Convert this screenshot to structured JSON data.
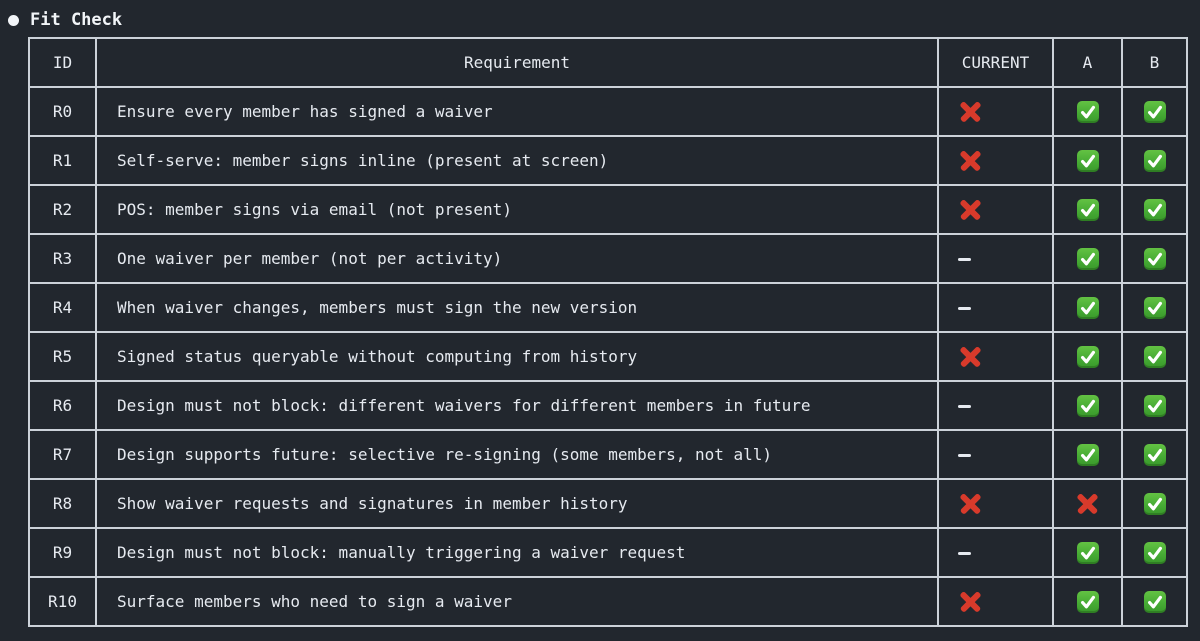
{
  "title": "Fit Check",
  "colors": {
    "background": "#22272e",
    "border": "#ccd2d9",
    "text": "#e6eaf0",
    "cross_red": "#d83a2b",
    "check_green": "#47ac35",
    "dash": "#e6eaf0"
  },
  "table": {
    "headers": {
      "id": "ID",
      "requirement": "Requirement",
      "current": "CURRENT",
      "a": "A",
      "b": "B"
    },
    "rows": [
      {
        "id": "R0",
        "requirement": "Ensure every member has signed a waiver",
        "current": "cross",
        "a": "check",
        "b": "check"
      },
      {
        "id": "R1",
        "requirement": "Self-serve: member signs inline (present at screen)",
        "current": "cross",
        "a": "check",
        "b": "check"
      },
      {
        "id": "R2",
        "requirement": "POS: member signs via email (not present)",
        "current": "cross",
        "a": "check",
        "b": "check"
      },
      {
        "id": "R3",
        "requirement": "One waiver per member (not per activity)",
        "current": "dash",
        "a": "check",
        "b": "check"
      },
      {
        "id": "R4",
        "requirement": "When waiver changes, members must sign the new version",
        "current": "dash",
        "a": "check",
        "b": "check"
      },
      {
        "id": "R5",
        "requirement": "Signed status queryable without computing from history",
        "current": "cross",
        "a": "check",
        "b": "check"
      },
      {
        "id": "R6",
        "requirement": "Design must not block: different waivers for different members in future",
        "current": "dash",
        "a": "check",
        "b": "check"
      },
      {
        "id": "R7",
        "requirement": "Design supports future: selective re-signing (some members, not all)",
        "current": "dash",
        "a": "check",
        "b": "check"
      },
      {
        "id": "R8",
        "requirement": "Show waiver requests and signatures in member history",
        "current": "cross",
        "a": "cross",
        "b": "check"
      },
      {
        "id": "R9",
        "requirement": "Design must not block: manually triggering a waiver request",
        "current": "dash",
        "a": "check",
        "b": "check"
      },
      {
        "id": "R10",
        "requirement": "Surface members who need to sign a waiver",
        "current": "cross",
        "a": "check",
        "b": "check"
      }
    ]
  }
}
